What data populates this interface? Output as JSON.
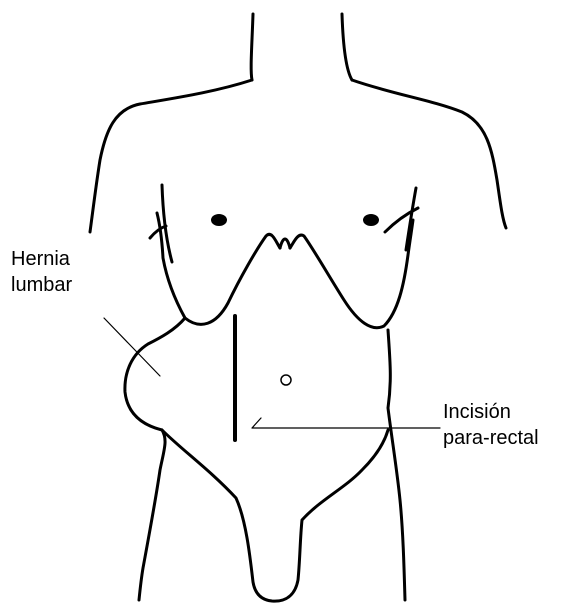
{
  "labels": {
    "hernia": {
      "line1": "Hernia",
      "line2": "lumbar"
    },
    "incision": {
      "line1": "Incisión",
      "line2": "para-rectal"
    }
  },
  "colors": {
    "stroke": "#000000",
    "background": "#ffffff"
  }
}
